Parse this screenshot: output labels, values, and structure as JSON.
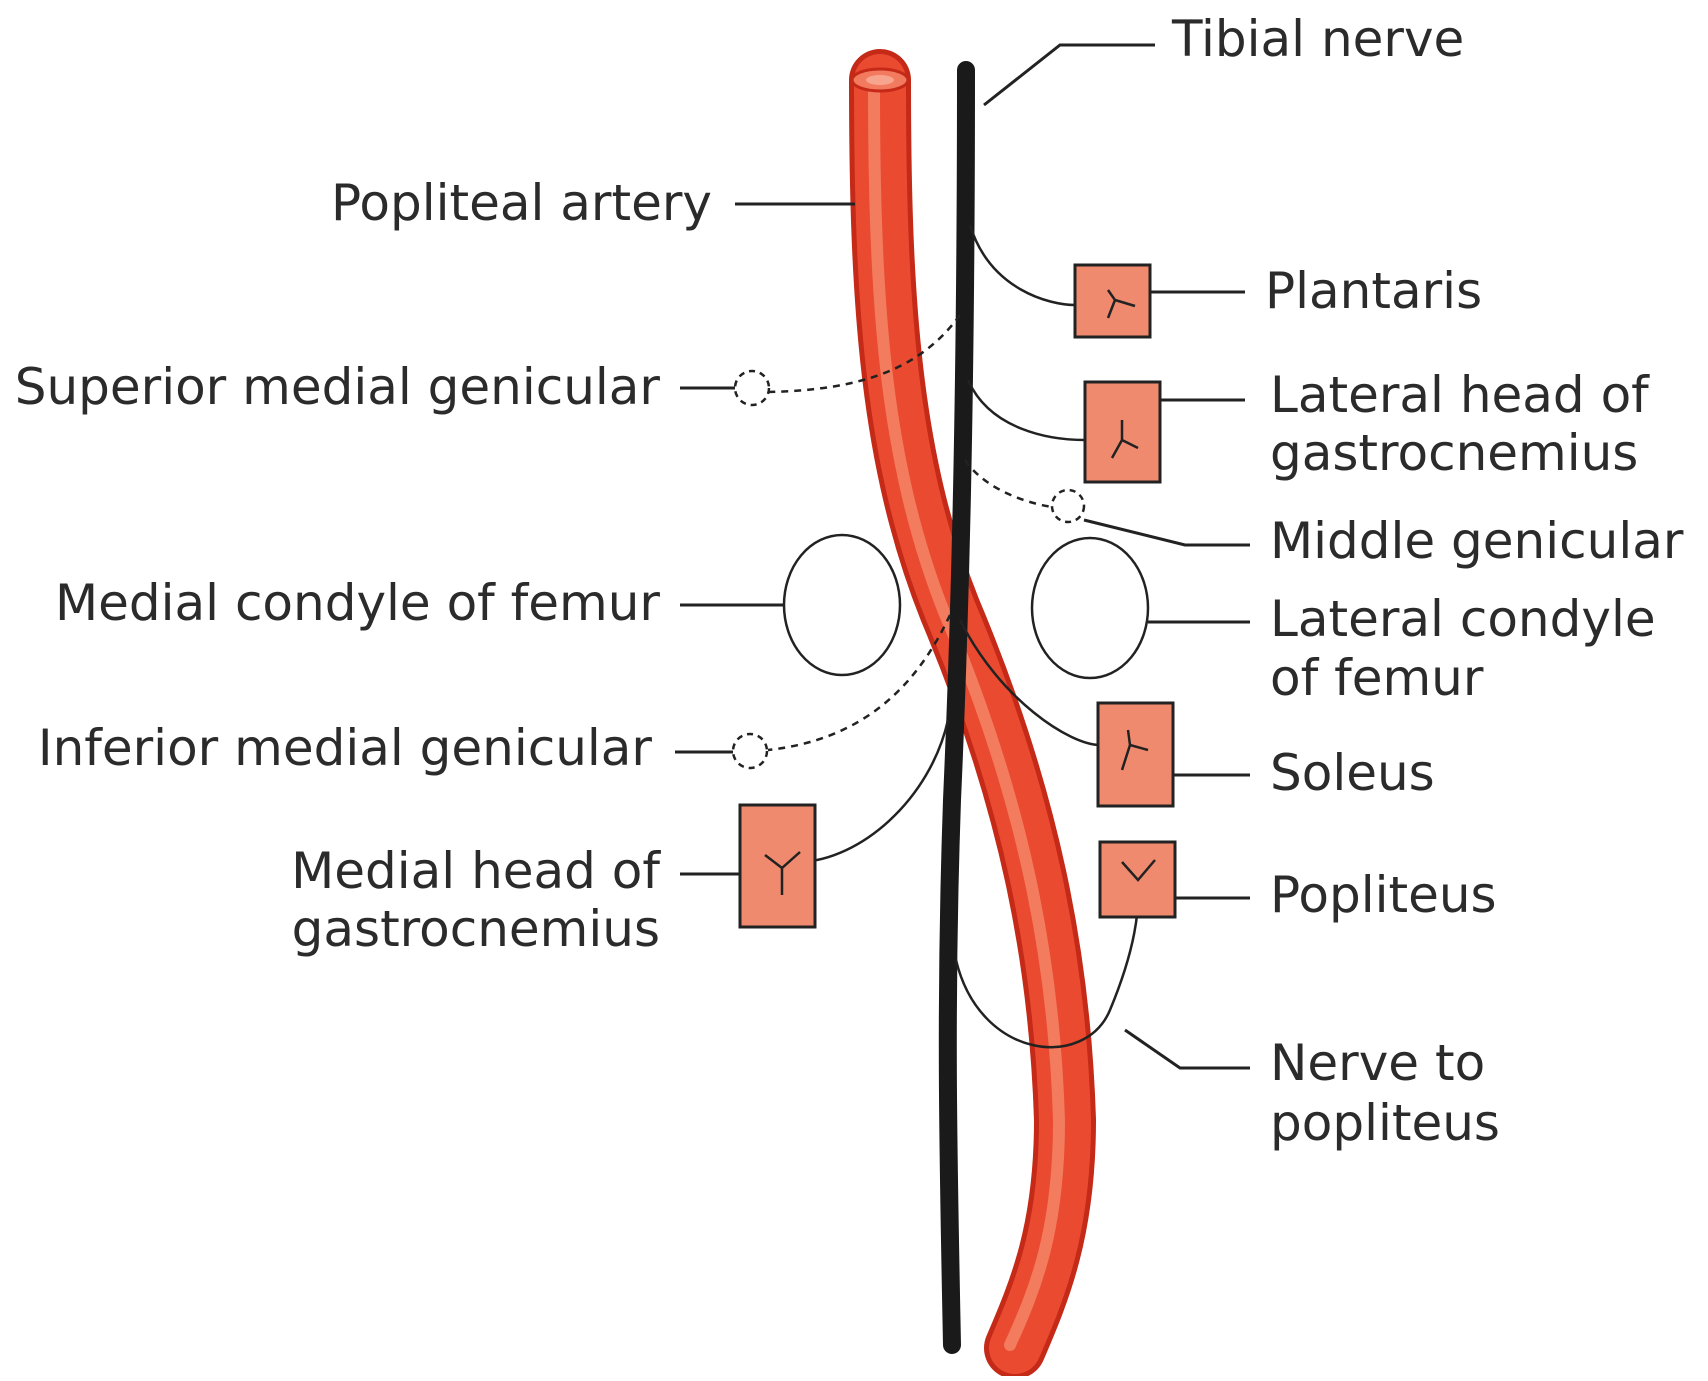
{
  "colors": {
    "artery": "#e8402a",
    "artery_highlight": "#f47a5e",
    "nerve": "#1a1a1a",
    "muscle_box": "#f08a6e"
  },
  "labels": {
    "tibial_nerve": "Tibial nerve",
    "popliteal_artery": "Popliteal artery",
    "plantaris": "Plantaris",
    "superior_medial_genicular": "Superior medial genicular",
    "lateral_head_gastrocnemius": [
      "Lateral head of",
      "gastrocnemius"
    ],
    "middle_genicular": "Middle genicular",
    "medial_condyle_femur": "Medial condyle of femur",
    "lateral_condyle_femur": [
      "Lateral condyle",
      "of femur"
    ],
    "inferior_medial_genicular": "Inferior medial genicular",
    "soleus": "Soleus",
    "medial_head_gastrocnemius": [
      "Medial head of",
      "gastrocnemius"
    ],
    "popliteus": "Popliteus",
    "nerve_to_popliteus": [
      "Nerve to",
      "popliteus"
    ]
  }
}
